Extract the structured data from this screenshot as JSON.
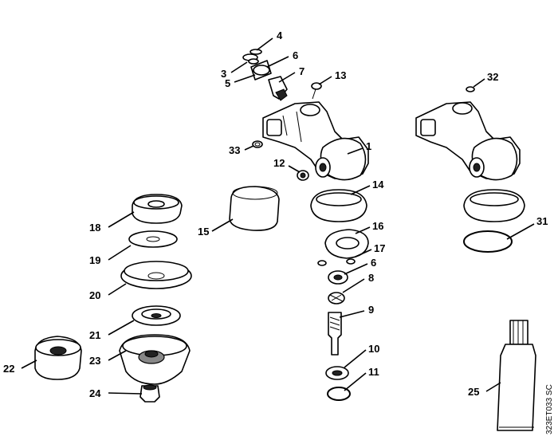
{
  "diagram": {
    "drawing_code": "323ET033 SC",
    "callouts": [
      "1",
      "3",
      "4",
      "5",
      "6",
      "6",
      "7",
      "8",
      "9",
      "10",
      "11",
      "12",
      "13",
      "14",
      "15",
      "16",
      "17",
      "18",
      "19",
      "20",
      "21",
      "22",
      "23",
      "24",
      "25",
      "31",
      "32",
      "33"
    ]
  }
}
